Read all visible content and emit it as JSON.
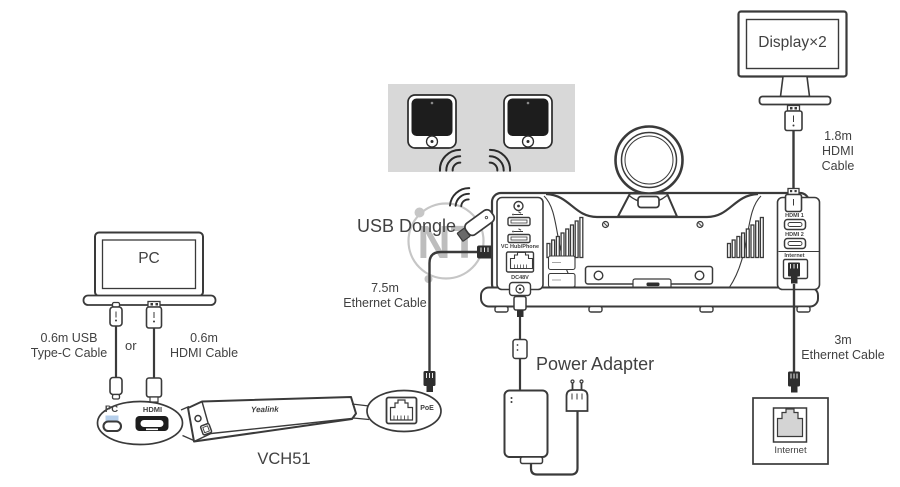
{
  "watermark": {
    "text": "NT"
  },
  "labels": {
    "display": "Display×2",
    "laptop": "PC",
    "usb_dongle": "USB Dongle",
    "power_adapter": "Power Adapter",
    "or": "or",
    "vch51": "VCH51",
    "yealink_logo": "Yealink",
    "internet_outlet": "Internet"
  },
  "cables": {
    "hdmi_1_8": {
      "line1": "1.8m",
      "line2": "HDMI Cable"
    },
    "ethernet_7_5": {
      "line1": "7.5m",
      "line2": "Ethernet Cable"
    },
    "ethernet_3": {
      "line1": "3m",
      "line2": "Ethernet Cable"
    },
    "usb_type_c_0_6": {
      "line1": "0.6m USB",
      "line2": "Type-C Cable"
    },
    "hdmi_0_6": {
      "line1": "0.6m",
      "line2": "HDMI Cable"
    }
  },
  "ports": {
    "callout_pc": "PC",
    "callout_hdmi": "HDMI",
    "callout_poe": "PoE",
    "vc_hub_phone": "VC Hub/Phone",
    "dc48v": "DC48V",
    "hdmi_1": "HDMI 1",
    "hdmi_2": "HDMI 2",
    "internet": "Internet"
  },
  "colors": {
    "line": "#3a3a3a",
    "panel_gray": "#d8d8d8",
    "watermark_gray": "#c5c5c5",
    "screen_black": "#1d1d1d",
    "highlight_blue": "#a9c7e8"
  }
}
